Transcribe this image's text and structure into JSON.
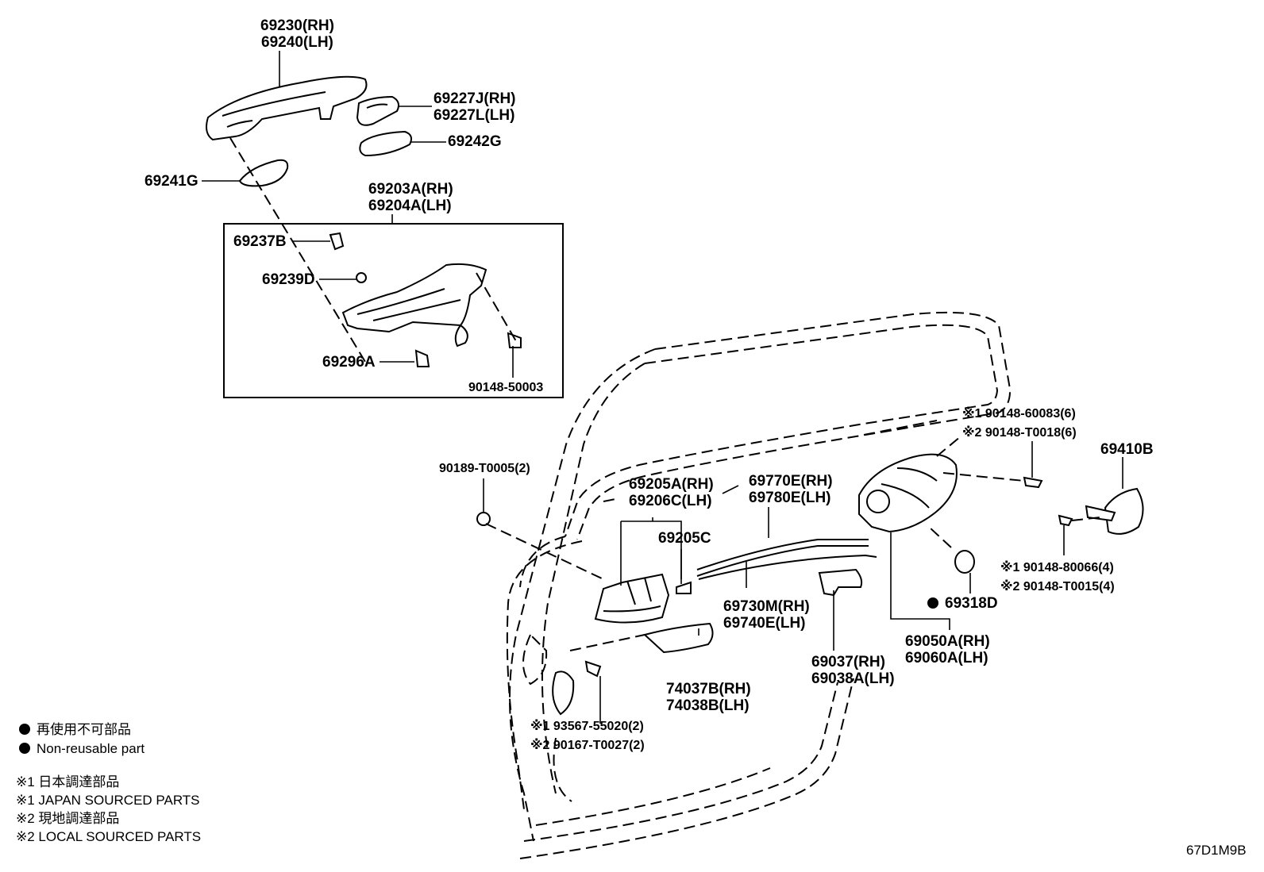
{
  "diagram_code": "67D1M9B",
  "legend": {
    "nonreusable_jp": "再使用不可部品",
    "nonreusable_en": "Non-reusable part",
    "note1_jp": "※1 日本調達部品",
    "note1_en": "※1 JAPAN SOURCED PARTS",
    "note2_jp": "※2 現地調達部品",
    "note2_en": "※2 LOCAL SOURCED PARTS"
  },
  "parts": {
    "p69230": [
      "69230(RH)",
      "69240(LH)"
    ],
    "p69227": [
      "69227J(RH)",
      "69227L(LH)"
    ],
    "p69242": [
      "69242G"
    ],
    "p69241": [
      "69241G"
    ],
    "p69203": [
      "69203A(RH)",
      "69204A(LH)"
    ],
    "p69237": [
      "69237B"
    ],
    "p69239": [
      "69239D"
    ],
    "p69296": [
      "69296A"
    ],
    "p90148_50003": [
      "90148-50003"
    ],
    "p90189": [
      "90189-T0005(2)"
    ],
    "p69205A": [
      "69205A(RH)",
      "69206C(LH)"
    ],
    "p69205C": [
      "69205C"
    ],
    "p69770": [
      "69770E(RH)",
      "69780E(LH)"
    ],
    "p69730": [
      "69730M(RH)",
      "69740E(LH)"
    ],
    "p74037": [
      "74037B(RH)",
      "74038B(LH)"
    ],
    "p93567": [
      "※1 93567-55020(2)",
      "※2 90167-T0027(2)"
    ],
    "p69037": [
      "69037(RH)",
      "69038A(LH)"
    ],
    "p69050": [
      "69050A(RH)",
      "69060A(LH)"
    ],
    "p69318": [
      "69318D"
    ],
    "p90148_60083": [
      "※1 90148-60083(6)",
      "※2 90148-T0018(6)"
    ],
    "p69410": [
      "69410B"
    ],
    "p90148_80066": [
      "※1 90148-80066(4)",
      "※2 90148-T0015(4)"
    ]
  }
}
